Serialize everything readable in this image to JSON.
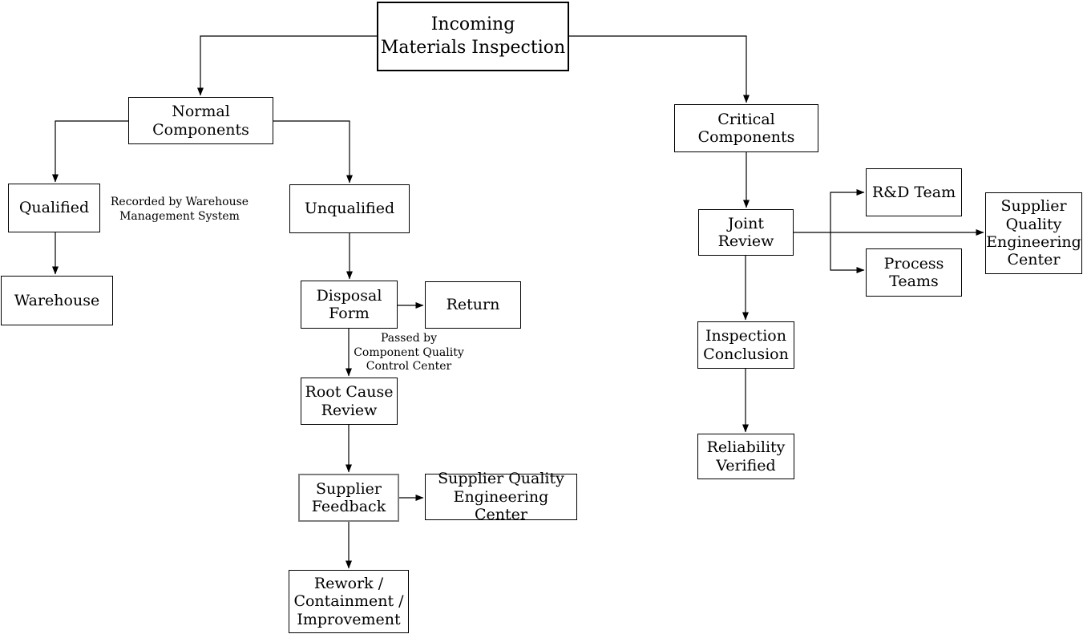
{
  "diagram": {
    "nodes": {
      "incoming": {
        "label": "Incoming\nMaterials Inspection"
      },
      "normal": {
        "label": "Normal Components"
      },
      "qualified": {
        "label": "Qualified"
      },
      "warehouse": {
        "label": "Warehouse"
      },
      "unqualified": {
        "label": "Unqualified"
      },
      "disposal_form": {
        "label": "Disposal\nForm"
      },
      "return": {
        "label": "Return"
      },
      "root_cause_review": {
        "label": "Root Cause\nReview"
      },
      "supplier_feedback": {
        "label": "Supplier\nFeedback"
      },
      "sqec_mid": {
        "label": "Supplier Quality\nEngineering Center"
      },
      "rework": {
        "label": "Rework /\nContainment /\nImprovement"
      },
      "critical": {
        "label": "Critical Components"
      },
      "joint_review": {
        "label": "Joint Review"
      },
      "rd_team": {
        "label": "R&D Team"
      },
      "process_teams": {
        "label": "Process\nTeams"
      },
      "sqec_right": {
        "label": "Supplier\nQuality\nEngineering\nCenter"
      },
      "inspection_conclusion": {
        "label": "Inspection\nConclusion"
      },
      "reliability_verified": {
        "label": "Reliability\nVerified"
      }
    },
    "annotations": {
      "recorded_by": "Recorded by Warehouse\nManagement System",
      "passed_by": "Passed by\nComponent Quality\nControl Center"
    },
    "colors": {
      "background": "#ffffff",
      "box_border": "#000000",
      "highlight_border": "#7f7f7f",
      "edge": "#000000",
      "text": "#000000"
    }
  }
}
